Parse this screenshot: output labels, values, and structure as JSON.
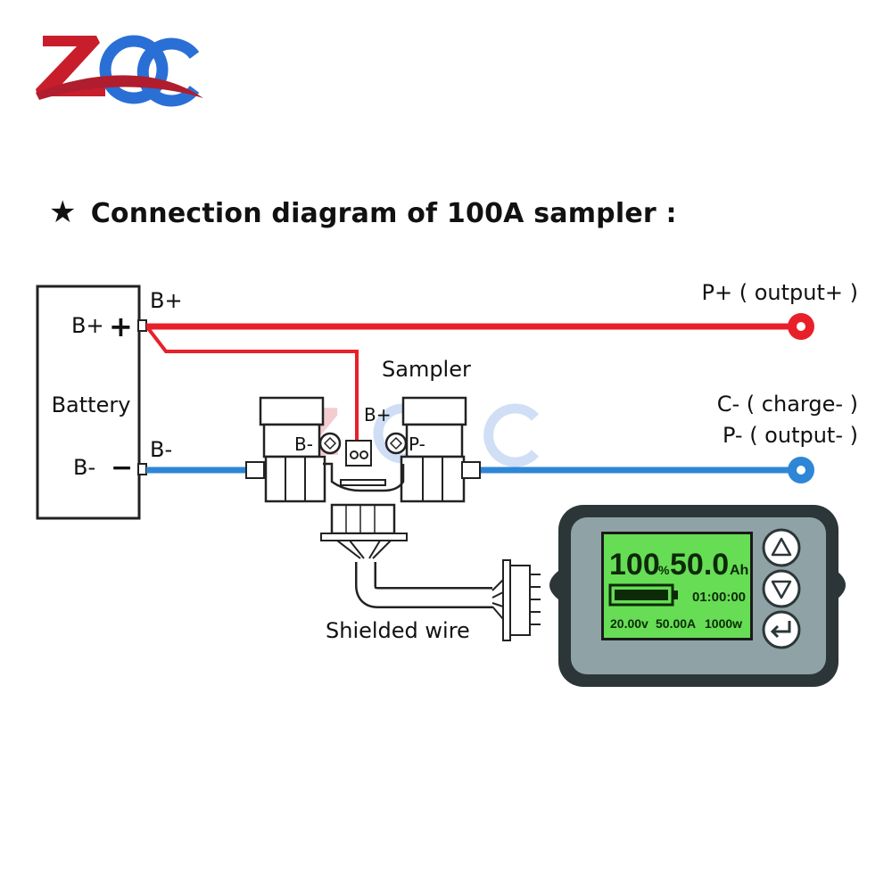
{
  "logo": {
    "text": "ZQC",
    "colors": {
      "z": "#c81e2c",
      "qc": "#2a6fd6",
      "swoosh": "#b01d2e"
    }
  },
  "heading": {
    "star": "★",
    "text": "Connection diagram of 100A sampler :"
  },
  "battery": {
    "label": "Battery",
    "pos_terminal": "B+",
    "pos_symbol": "+",
    "neg_terminal": "B-",
    "neg_symbol": "−"
  },
  "wires": {
    "positive_label": "B+",
    "negative_label": "B-",
    "output_pos": "P+ ( output+ )",
    "charge_neg": "C- ( charge- )",
    "output_neg": "P- ( output- )",
    "colors": {
      "positive": "#e8202a",
      "negative": "#2e86d6"
    }
  },
  "sampler": {
    "title": "Sampler",
    "bplus": "B+",
    "bminus": "B-",
    "pminus": "P-"
  },
  "cable": {
    "label": "Shielded wire"
  },
  "meter": {
    "percent": "100",
    "percent_unit": "%",
    "capacity": "50.0",
    "capacity_unit": "Ah",
    "time": "01:00:00",
    "voltage": "20.00v",
    "current": "50.00A",
    "power": "1000w",
    "battery_level": 1.0,
    "buttons": [
      "up-arrow-icon",
      "down-arrow-icon",
      "enter-icon"
    ],
    "colors": {
      "screen": "#66dd55",
      "body": "#2c3638",
      "bezel": "#8fa3a6"
    }
  }
}
